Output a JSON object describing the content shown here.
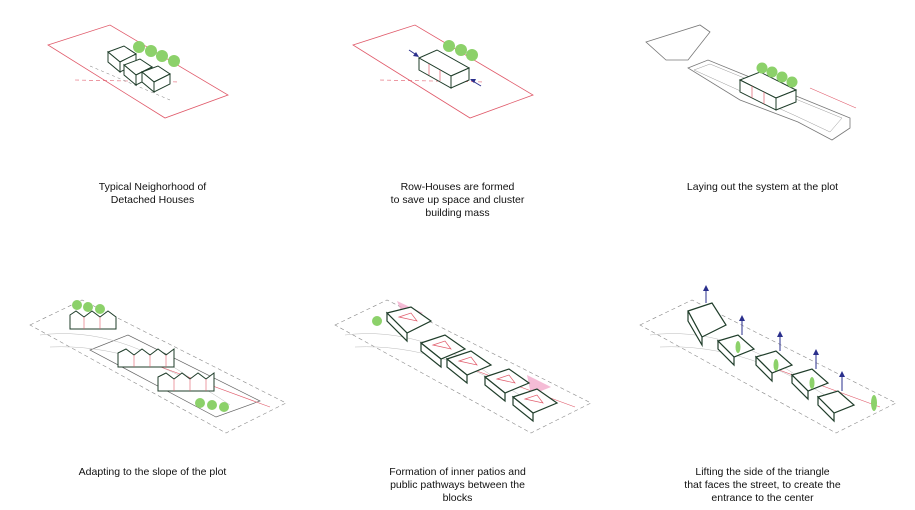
{
  "colors": {
    "accent_red": "#e05a6a",
    "tree_green": "#8cd16a",
    "building_stroke": "#1f3d2a",
    "plot_gray": "#8a8a8a",
    "arrow_blue": "#2a2f8c",
    "patio_pink": "#f2a6c8"
  },
  "panels": [
    {
      "caption": "Typical Neighorhood of\nDetached Houses"
    },
    {
      "caption": "Row-Houses are formed\nto save up space and cluster\nbuilding mass"
    },
    {
      "caption": "Laying out the system at the plot"
    },
    {
      "caption": "Adapting to the slope of the plot"
    },
    {
      "caption": "Formation of inner patios and\npublic pathways between the\nblocks"
    },
    {
      "caption": "Lifting the side of the triangle\nthat faces the street, to create the\nentrance to the center"
    }
  ]
}
